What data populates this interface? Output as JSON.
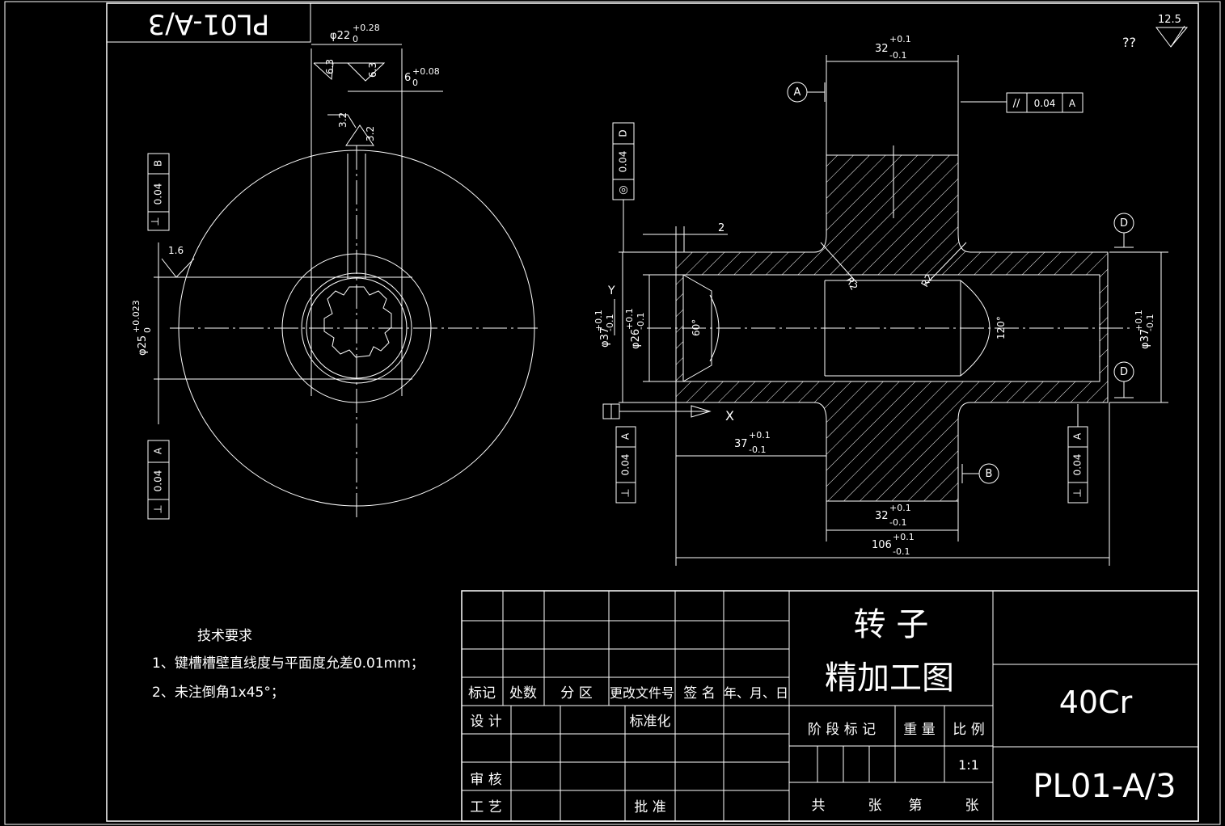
{
  "drawing": {
    "stamp_code": "PL01-A/3",
    "roughness_general": "12.5",
    "roughness_note": "??"
  },
  "left_view": {
    "keyway_width": "φ22",
    "keyway_width_tol_up": "+0.28",
    "keyway_width_tol_low": "0",
    "key_depth": "6",
    "key_depth_tol_up": "+0.08",
    "key_depth_tol_low": "0",
    "rough_6_3_a": "6.3",
    "rough_6_3_b": "6.3",
    "rough_3_2_a": "3.2",
    "rough_3_2_b": "3.2",
    "rough_1_6": "1.6",
    "bore_dia": "φ25",
    "bore_tol_up": "+0.023",
    "bore_tol_low": "0",
    "tol_frame_b": {
      "symbol": "⊥",
      "value": "0.04",
      "datum": "B"
    },
    "tol_frame_a": {
      "symbol": "⊥",
      "value": "0.04",
      "datum": "A"
    }
  },
  "right_view": {
    "top_width": "32",
    "top_width_tol_up": "+0.1",
    "top_width_tol_low": "-0.1",
    "datum_a": "A",
    "datum_b": "B",
    "datum_d": "D",
    "parallel_frame": {
      "symbol": "//",
      "value": "0.04",
      "datum": "A"
    },
    "concentric_frame": {
      "symbol": "◎",
      "value": "0.04",
      "datum": "D"
    },
    "chamfer_len": "2",
    "outer_dia_left": "φ37",
    "outer_dia_left_tol_up": "+0.1",
    "outer_dia_left_tol_low": "-0.1",
    "inner_dia": "φ26",
    "inner_dia_tol_up": "+0.1",
    "inner_dia_tol_low": "-0.1",
    "cone_angle": "60°",
    "cone_angle_right": "120°",
    "fillet_left": "R2",
    "fillet_right": "R2",
    "axis_y": "Y",
    "axis_x": "X",
    "left_length": "37",
    "left_length_tol_up": "+0.1",
    "left_length_tol_low": "-0.1",
    "hub_width": "32",
    "hub_width_tol_up": "+0.1",
    "hub_width_tol_low": "-0.1",
    "total_length": "106",
    "total_length_tol_up": "+0.1",
    "total_length_tol_low": "-0.1",
    "outer_dia_right": "φ37",
    "outer_dia_right_tol_up": "+0.1",
    "outer_dia_right_tol_low": "-0.1",
    "tol_frame_left": {
      "symbol": "⊥",
      "value": "0.04",
      "datum": "A"
    },
    "tol_frame_right": {
      "symbol": "⊥",
      "value": "0.04",
      "datum": "A"
    }
  },
  "tech_requirements": {
    "title": "技术要求",
    "item1": "1、键槽槽壁直线度与平面度允差0.01mm；",
    "item2": "2、未注倒角1x45°；"
  },
  "title_block": {
    "col_mark": "标记",
    "col_count": "处数",
    "col_zone": "分 区",
    "col_doc": "更改文件号",
    "col_sign": "签 名",
    "col_date": "年、月、日",
    "row_design": "设 计",
    "row_std": "标准化",
    "row_review": "审 核",
    "row_process": "工 艺",
    "row_approve": "批 准",
    "part_name": "转 子",
    "drawing_type": "精加工图",
    "stage_mark": "阶 段 标 记",
    "weight": "重 量",
    "scale_label": "比 例",
    "scale": "1:1",
    "sheets_total": "共",
    "sheets_unit1": "张",
    "sheet_no": "第",
    "sheets_unit2": "张",
    "material": "40Cr",
    "drawing_no": "PL01-A/3"
  }
}
